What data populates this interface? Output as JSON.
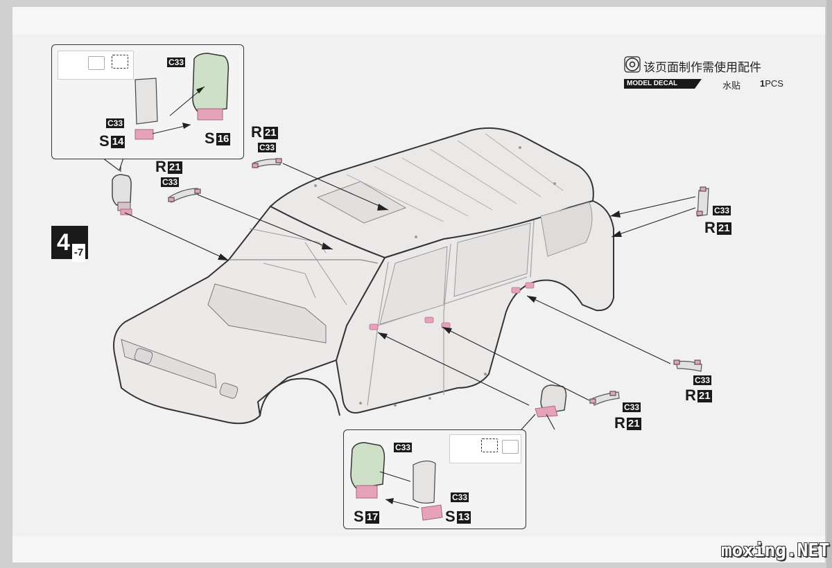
{
  "step": {
    "number": "4",
    "sub": "-7"
  },
  "header": {
    "title": "该页面制作需使用配件",
    "decal_label": "MODEL DECAL",
    "decal_name": "水贴",
    "decal_qty_num": "1",
    "decal_qty_unit": "PCS"
  },
  "inset_top": {
    "c33_mirror": "C33",
    "c33_base": "C33",
    "s14": {
      "letter": "S",
      "num": "14"
    },
    "s16": {
      "letter": "S",
      "num": "16"
    }
  },
  "inset_bottom": {
    "c33_mirror": "C33",
    "c33_base": "C33",
    "s17": {
      "letter": "S",
      "num": "17"
    },
    "s13": {
      "letter": "S",
      "num": "13"
    }
  },
  "callouts": {
    "roof_front": {
      "r_letter": "R",
      "r_num": "21",
      "c": "C33"
    },
    "left_handle": {
      "r_letter": "R",
      "r_num": "21",
      "c": "C33"
    },
    "rear_upper": {
      "r_letter": "R",
      "r_num": "21",
      "c": "C33"
    },
    "rear_door": {
      "r_letter": "R",
      "r_num": "21",
      "c": "C33"
    },
    "front_door": {
      "r_letter": "R",
      "r_num": "21",
      "c": "C33"
    }
  },
  "watermark": "moxing.NET",
  "colors": {
    "part_pink": "#e6a3b8",
    "body_fill": "#e9e6e6",
    "outline": "#3a3a3a",
    "tag_black": "#1a1a1a"
  }
}
